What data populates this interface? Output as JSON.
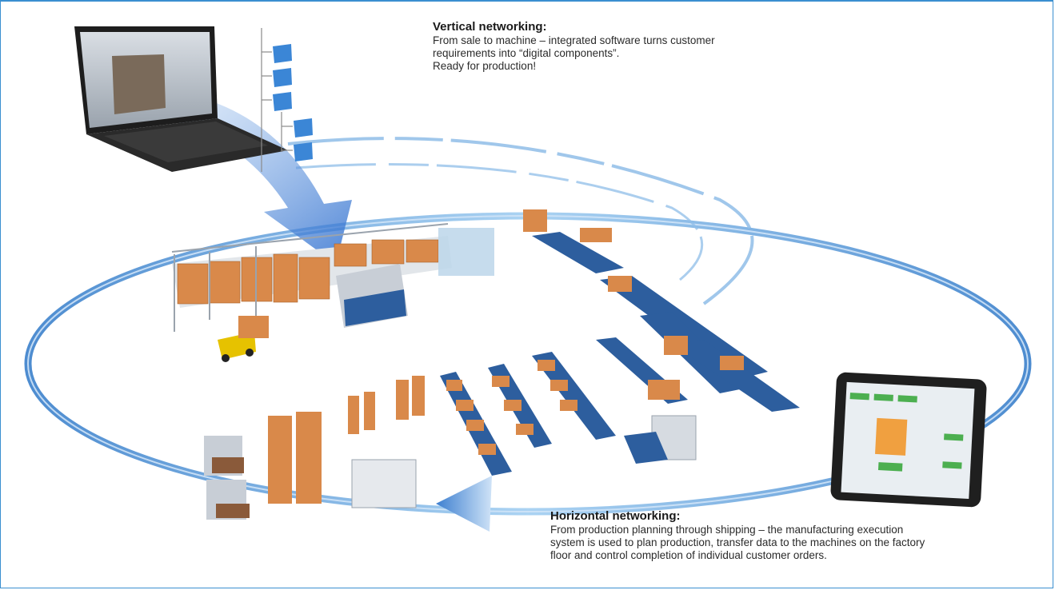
{
  "vertical": {
    "heading": "Vertical networking:",
    "lines": [
      "From sale to machine – integrated software turns customer",
      "requirements into “digital components”.",
      "Ready for production!"
    ]
  },
  "horizontal": {
    "heading": "Horizontal networking:",
    "lines": [
      "From production planning through shipping – the manufacturing execution",
      "system is used to plan production, transfer data to the machines on the factory",
      "floor and control completion of individual customer orders."
    ]
  },
  "colors": {
    "border": "#3a8fd0",
    "ring": "#5a9fd8",
    "arrow": "#4a7fc8",
    "folder": "#3b86d6",
    "pallet": "#d9894a",
    "conveyor": "#2d5e9e",
    "device": "#1f1f1f"
  }
}
